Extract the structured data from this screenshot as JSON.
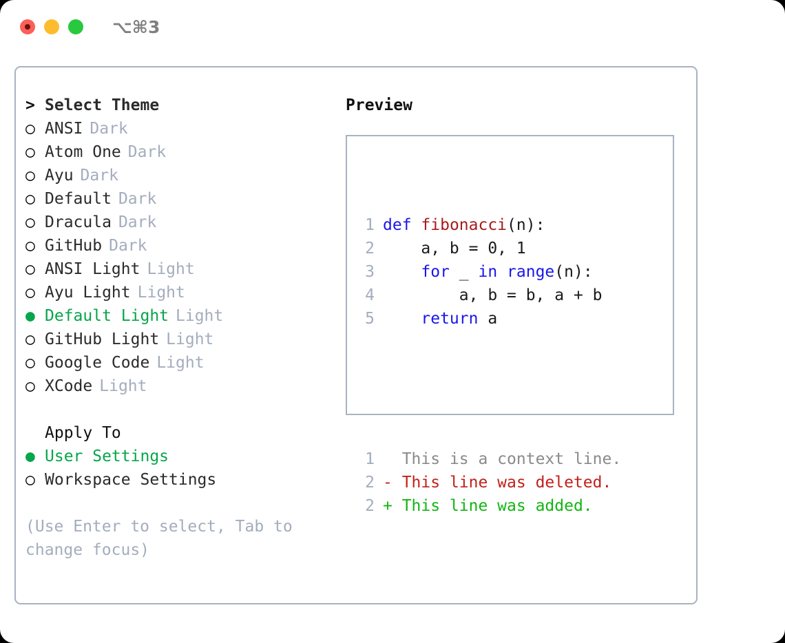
{
  "window": {
    "traffic_lights": [
      "close-button",
      "minimize-button",
      "zoom-button"
    ],
    "shortcut": "⌥⌘3",
    "colors": {
      "red": "#fa5f58",
      "yellow": "#fdbc2e",
      "green": "#28c83f",
      "accent_green": "#06a64a",
      "muted": "#a3adbd",
      "border": "#a8b2c1",
      "keyword_blue": "#1b16e8",
      "function_red": "#a61c1c",
      "diff_add_green": "#12b512",
      "diff_del_red": "#c2211a"
    }
  },
  "theme_picker": {
    "heading_prefix": ">",
    "heading": "Select Theme",
    "bullet_selected": "●",
    "bullet_unselected": "○",
    "items": [
      {
        "name": "ANSI",
        "tag": "Dark",
        "selected": false
      },
      {
        "name": "Atom One",
        "tag": "Dark",
        "selected": false
      },
      {
        "name": "Ayu",
        "tag": "Dark",
        "selected": false
      },
      {
        "name": "Default",
        "tag": "Dark",
        "selected": false
      },
      {
        "name": "Dracula",
        "tag": "Dark",
        "selected": false
      },
      {
        "name": "GitHub",
        "tag": "Dark",
        "selected": false
      },
      {
        "name": "ANSI Light",
        "tag": "Light",
        "selected": false
      },
      {
        "name": "Ayu Light",
        "tag": "Light",
        "selected": false
      },
      {
        "name": "Default Light",
        "tag": "Light",
        "selected": true
      },
      {
        "name": "GitHub Light",
        "tag": "Light",
        "selected": false
      },
      {
        "name": "Google Code",
        "tag": "Light",
        "selected": false
      },
      {
        "name": "XCode",
        "tag": "Light",
        "selected": false
      }
    ]
  },
  "apply_to": {
    "label": "Apply To",
    "options": [
      {
        "name": "User Settings",
        "selected": true
      },
      {
        "name": "Workspace Settings",
        "selected": false
      }
    ]
  },
  "hint": "(Use Enter to select, Tab to change focus)",
  "preview": {
    "title": "Preview",
    "code_lines": [
      {
        "num": "1",
        "tokens": [
          {
            "t": "def",
            "c": "kw"
          },
          {
            "t": " ",
            "c": "plain"
          },
          {
            "t": "fibonacci",
            "c": "fn"
          },
          {
            "t": "(n):",
            "c": "plain"
          }
        ]
      },
      {
        "num": "2",
        "tokens": [
          {
            "t": "    a, b = 0, 1",
            "c": "plain"
          }
        ]
      },
      {
        "num": "3",
        "tokens": [
          {
            "t": "    ",
            "c": "plain"
          },
          {
            "t": "for",
            "c": "kw"
          },
          {
            "t": " _ ",
            "c": "plain"
          },
          {
            "t": "in",
            "c": "kw"
          },
          {
            "t": " ",
            "c": "plain"
          },
          {
            "t": "range",
            "c": "kw"
          },
          {
            "t": "(n):",
            "c": "plain"
          }
        ]
      },
      {
        "num": "4",
        "tokens": [
          {
            "t": "        a, b = b, a + b",
            "c": "plain"
          }
        ]
      },
      {
        "num": "5",
        "tokens": [
          {
            "t": "    ",
            "c": "plain"
          },
          {
            "t": "return",
            "c": "kw"
          },
          {
            "t": " a",
            "c": "plain"
          }
        ]
      }
    ],
    "diff_lines": [
      {
        "num": "1",
        "marker": " ",
        "text": " This is a context line.",
        "kind": "diff-ctx"
      },
      {
        "num": "2",
        "marker": "-",
        "text": " This line was deleted.",
        "kind": "diff-del"
      },
      {
        "num": "2",
        "marker": "+",
        "text": " This line was added.",
        "kind": "diff-add"
      }
    ]
  }
}
